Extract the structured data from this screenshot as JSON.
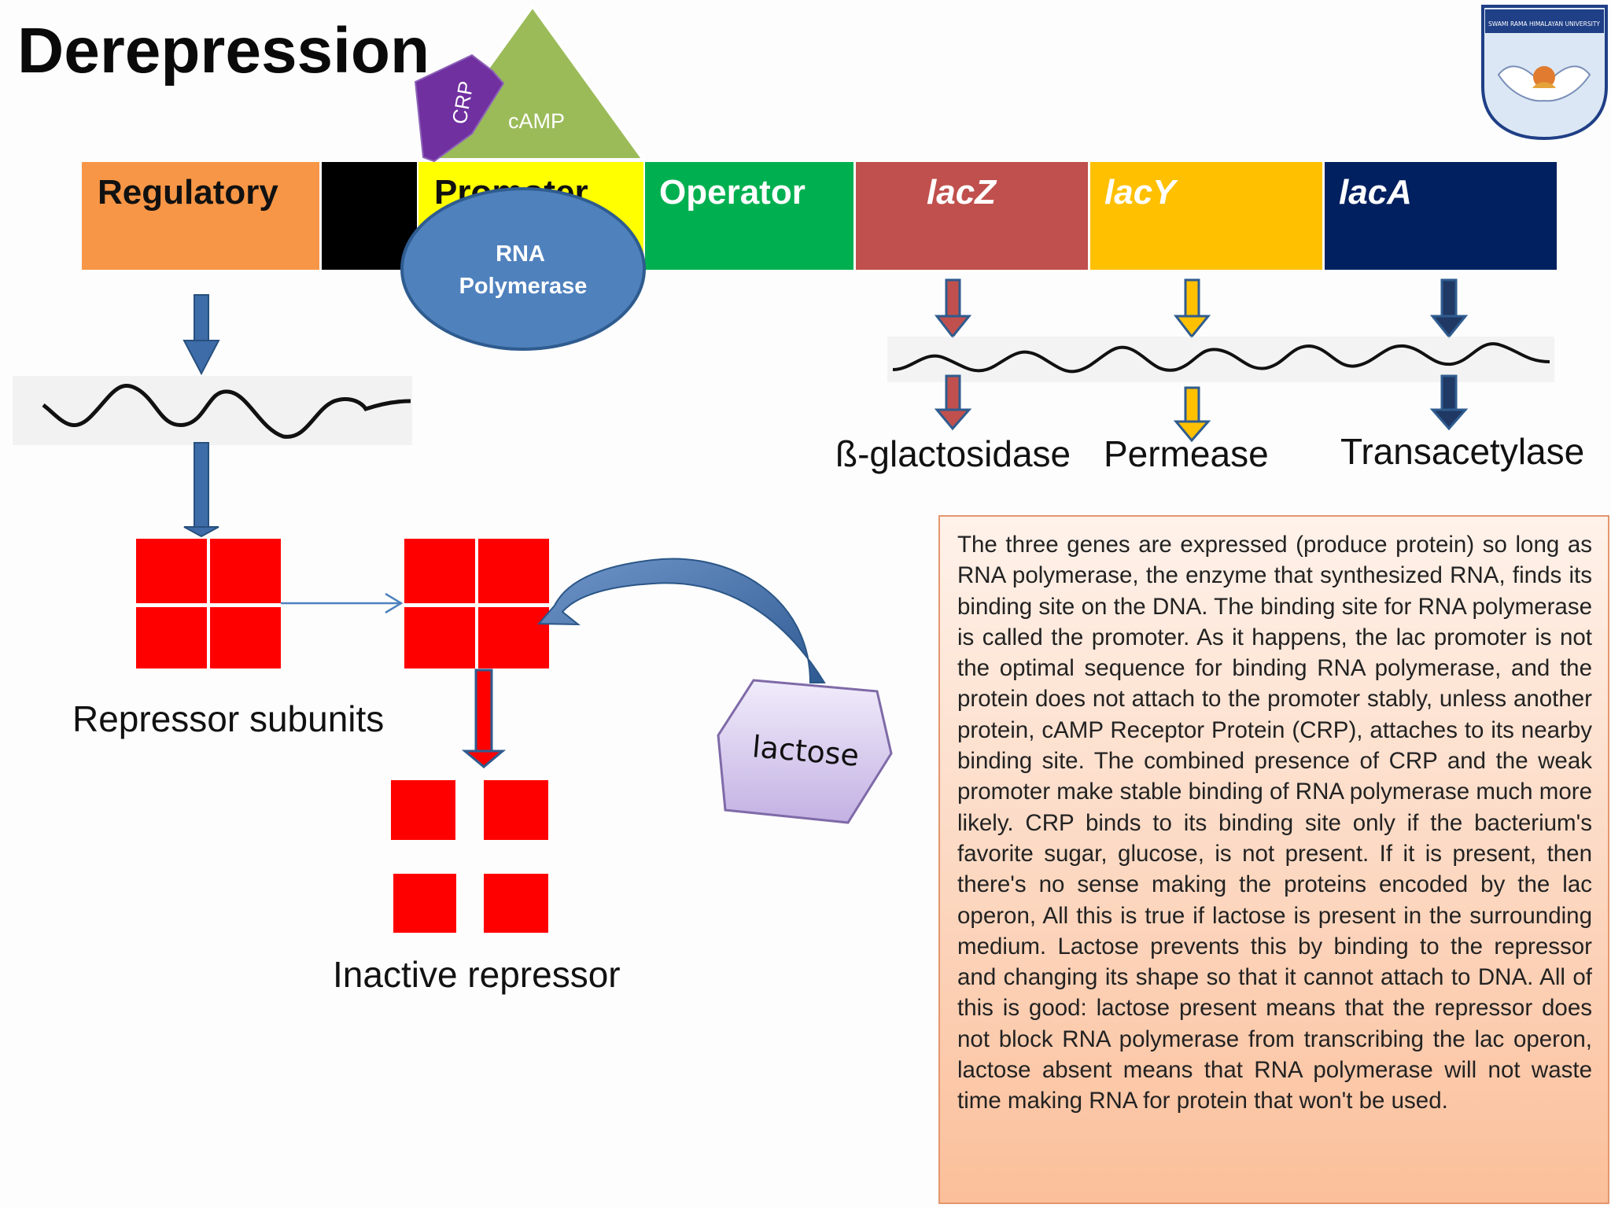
{
  "title": "Derepression",
  "camp_label": "cAMP",
  "crp_label": "CRP",
  "operon": {
    "regulatory": "Regulatory",
    "promoter": "Promoter",
    "operator": "Operator",
    "lacZ": "lacZ",
    "lacY": "lacY",
    "lacA": "lacA"
  },
  "rna_polymerase": "RNA Polymerase",
  "products": {
    "lacZ": "ß-glactosidase",
    "lacY": "Permease",
    "lacA": "Transacetylase"
  },
  "repressor_subunits_label": "Repressor subunits",
  "inactive_repressor_label": "Inactive repressor",
  "lactose_label": "lactose",
  "info_text": "The three genes are expressed (produce protein) so long as RNA polymerase, the enzyme that synthesized RNA, finds its binding site on the DNA. The binding site for RNA polymerase is called the promoter. As it happens, the lac promoter is not the optimal sequence for binding RNA polymerase, and the protein does not attach to the promoter stably, unless another protein, cAMP Receptor Protein (CRP), attaches to its nearby binding site. The combined presence of CRP and the weak promoter make stable binding of RNA polymerase much more likely. CRP binds to its binding site only if the bacterium's favorite sugar, glucose, is not present. If it is present, then there's no sense making the proteins encoded by the lac operon, All this is true if lactose is present in the surrounding medium. Lactose prevents this by binding to the repressor and  changing its shape so that it cannot attach to DNA. All of this is good: lactose present means that the repressor does not block RNA polymerase from transcribing the lac operon, lactose absent means that RNA polymerase will not waste time making RNA for protein that won't be used.",
  "logo_text": "SWAMI RAMA HIMALAYAN UNIVERSITY",
  "colors": {
    "regulatory": "#f79646",
    "spacer": "#000000",
    "promoter": "#ffff00",
    "operator": "#00b050",
    "lacZ": "#c0504d",
    "lacY": "#ffc000",
    "lacA": "#002060",
    "rna_polymerase": "#4f81bd",
    "camp": "#9bbb59",
    "crp": "#7030a0",
    "repressor": "#ff0000",
    "arrow_blue": "#3e6ca8"
  }
}
